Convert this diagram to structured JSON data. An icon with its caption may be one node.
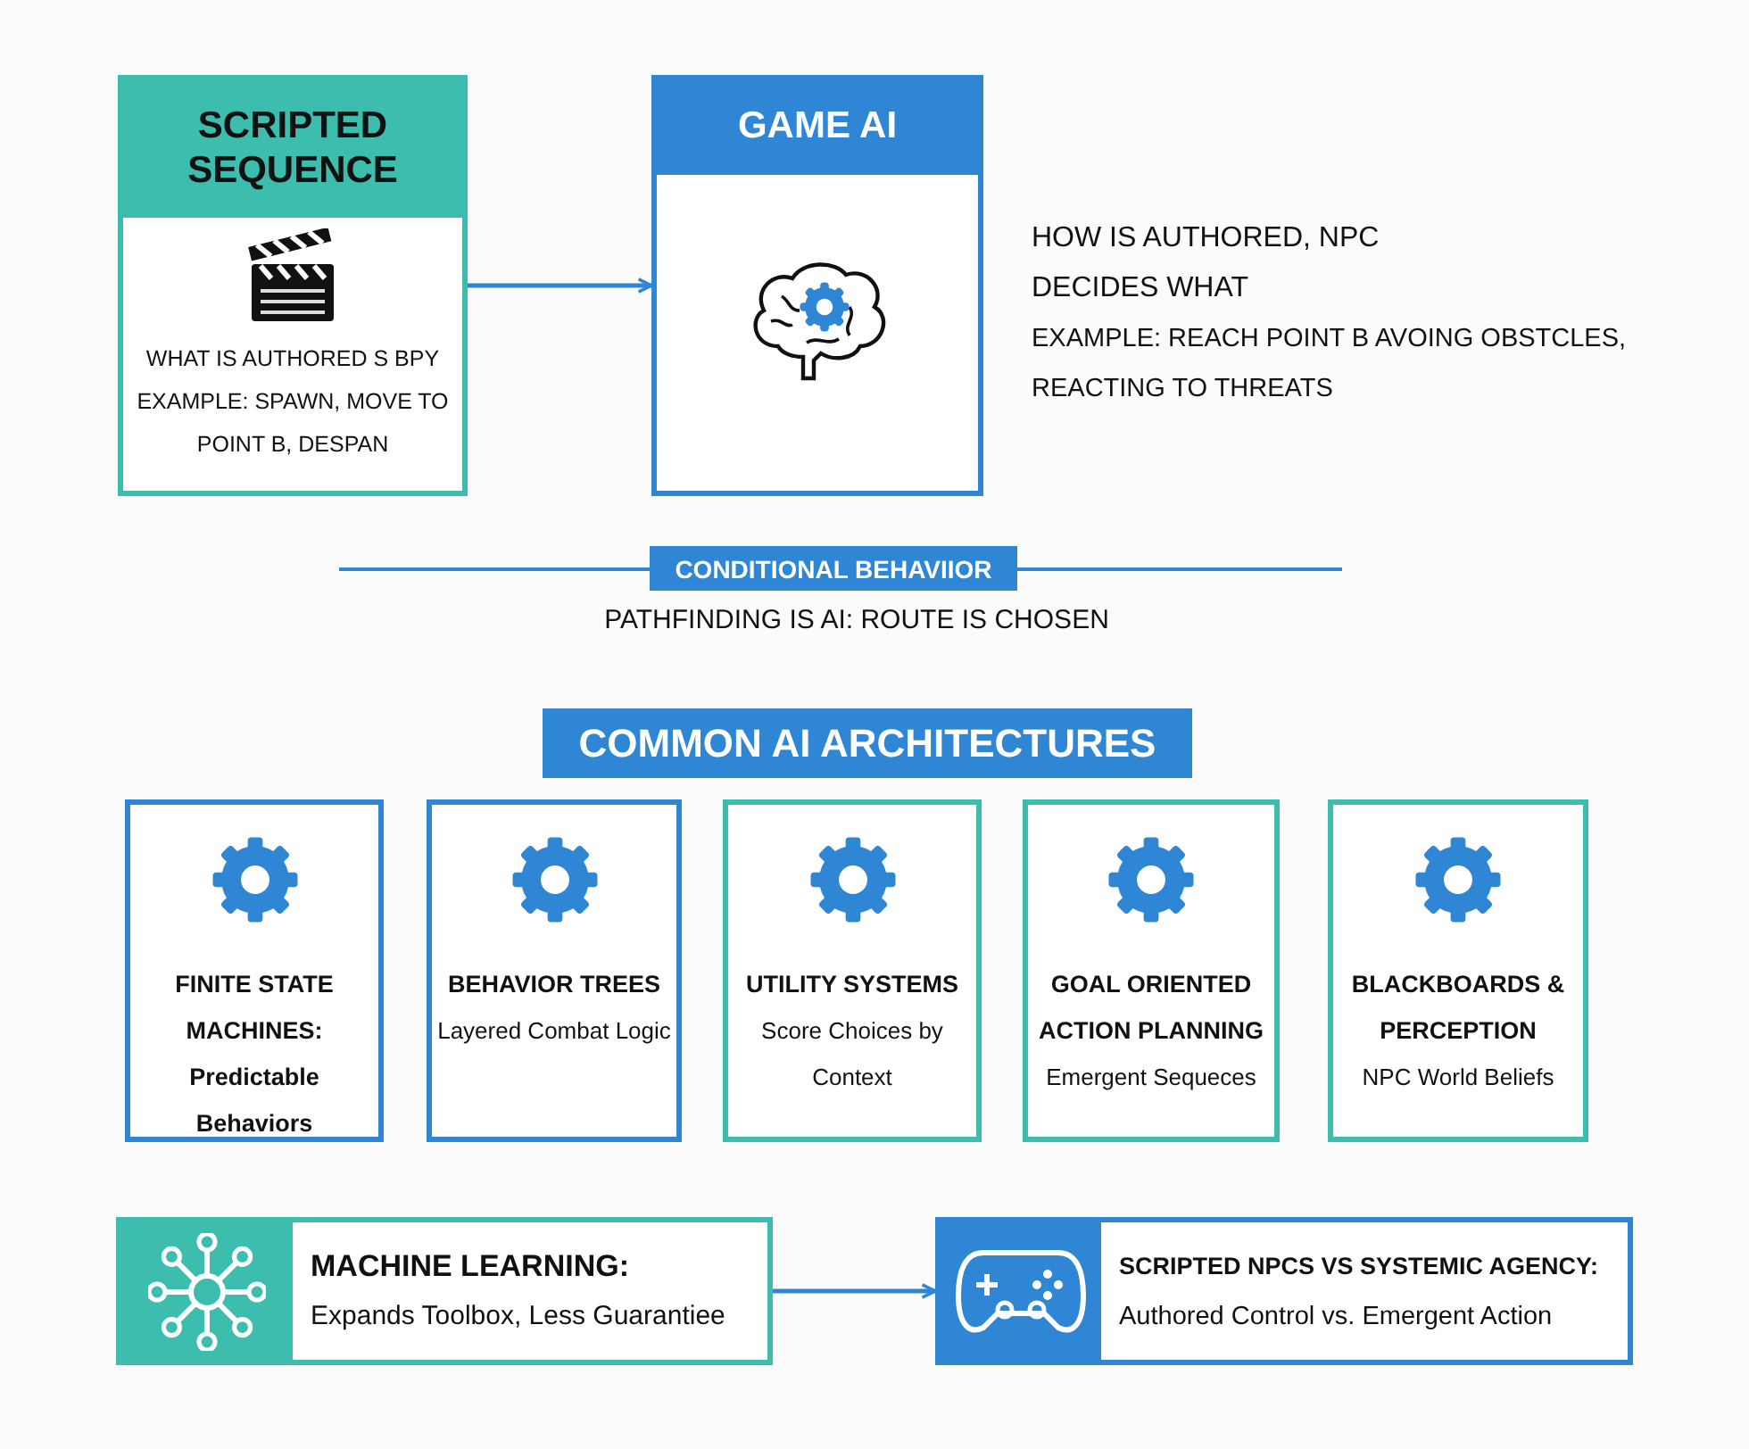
{
  "diagram": {
    "nodes": [
      {
        "text": [
          "SCRIPTED SEQUENCE",
          "WHAT IS AUTHORED S  BPY",
          "EXAMPLE: SPAWN, MOVE TO POINT B, DESPAN"
        ]
      },
      {
        "text": [
          "GAME AI"
        ],
        "beside": [
          "HOW IS AUTHORED, NPC DECIDES WHAT",
          "EXAMPLE: REACH POINT B AVOING OBSTCLES, REACTING TO THREATS"
        ]
      },
      {
        "text": [
          "CONDITIONAL BEHAVIIOR"
        ],
        "beside": [
          "PATHFINDING IS AI: ROUTE IS CHOSEN"
        ]
      },
      {
        "text": [
          "COMMON AI ARCHITECTURES"
        ]
      },
      {
        "text": [
          "FINITE STATE MACHINES: Predictable Behaviors"
        ]
      },
      {
        "text": [
          "BEHAVIOR TREES",
          "Layered Combat Logic"
        ]
      },
      {
        "text": [
          "UTILITY SYSTEMS",
          "Score Choices by Context"
        ]
      },
      {
        "text": [
          "GOAL ORIENTED ACTION PLANNING",
          "Emergent Sequeces"
        ]
      },
      {
        "text": [
          "BLACKBOARDS & PERCEPTION",
          "NPC World Beliefs"
        ]
      },
      {
        "text": [
          "MACHINE LEARNING:",
          "Expands Toolbox, Less Guarantiee"
        ]
      },
      {
        "text": [
          "SCRIPTED NPCS VS SYSTEMIC AGENCY:",
          "Authored Control vs. Emergent Action"
        ]
      }
    ],
    "edges": [
      {
        "from": 0,
        "to": 1,
        "arrow": "to"
      },
      {
        "from": 9,
        "to": 10,
        "arrow": "to"
      }
    ]
  }
}
